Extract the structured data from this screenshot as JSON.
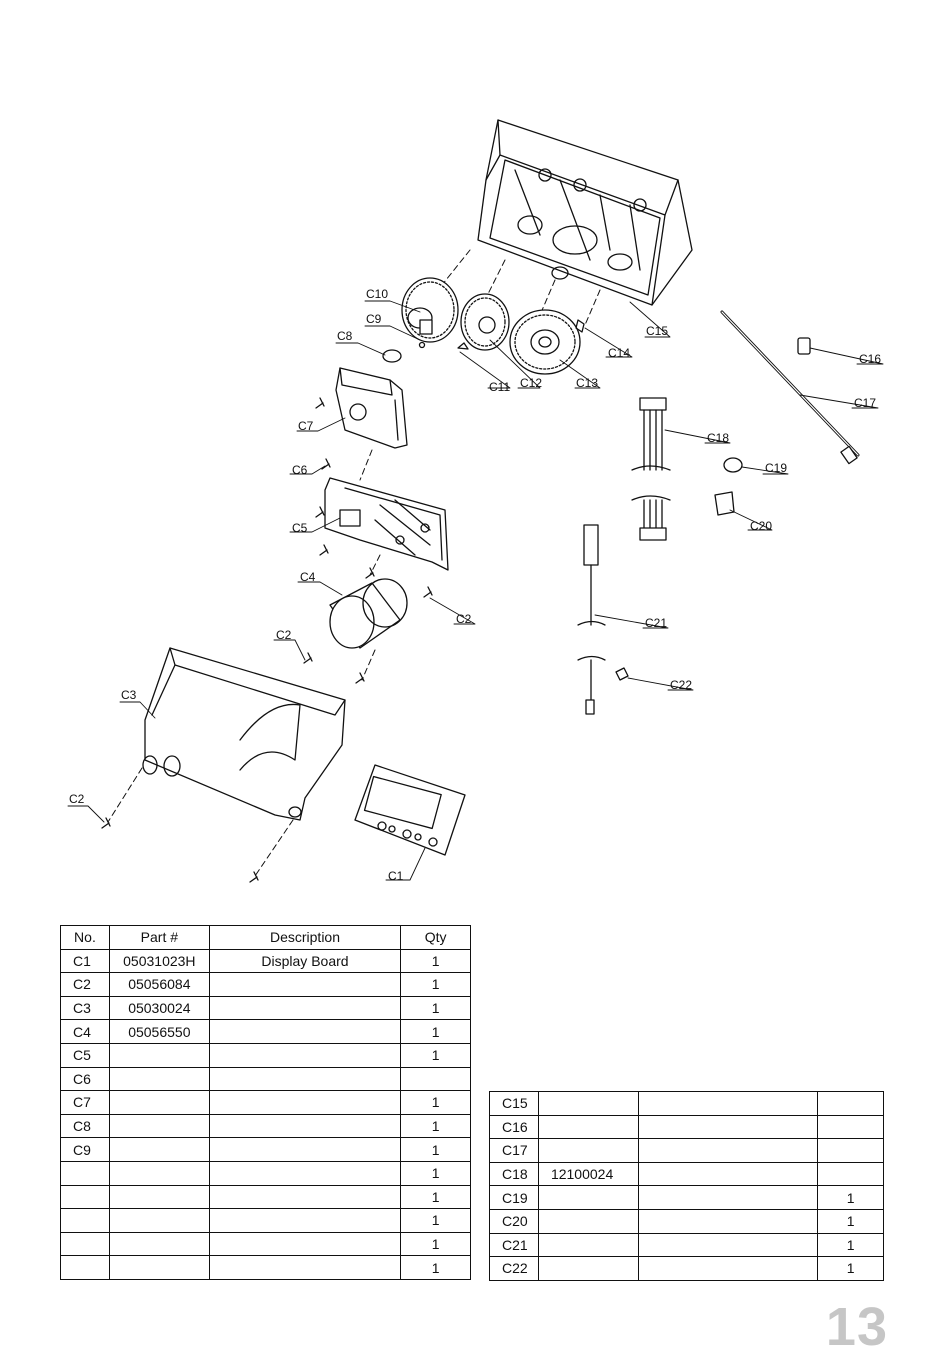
{
  "diagram": {
    "callouts": {
      "C1": "C1",
      "C2a": "C2",
      "C2b": "C2",
      "C2c": "C2",
      "C3": "C3",
      "C4": "C4",
      "C5": "C5",
      "C6": "C6",
      "C7": "C7",
      "C8": "C8",
      "C9": "C9",
      "C10": "C10",
      "C11": "C11",
      "C12": "C12",
      "C13": "C13",
      "C14": "C14",
      "C15": "C15",
      "C16": "C16",
      "C17": "C17",
      "C18": "C18",
      "C19": "C19",
      "C20": "C20",
      "C21": "C21",
      "C22": "C22"
    }
  },
  "table_left": {
    "headers": [
      "No.",
      "Part #",
      "Description",
      "Qty"
    ],
    "rows": [
      {
        "no": "C1",
        "part": "05031023H",
        "desc": "Display Board",
        "qty": "1"
      },
      {
        "no": "C2",
        "part": "05056084",
        "desc": "",
        "qty": "1"
      },
      {
        "no": "C3",
        "part": "05030024",
        "desc": "",
        "qty": "1"
      },
      {
        "no": "C4",
        "part": "05056550",
        "desc": "",
        "qty": "1"
      },
      {
        "no": "C5",
        "part": "",
        "desc": "",
        "qty": "1"
      },
      {
        "no": "C6",
        "part": "",
        "desc": "",
        "qty": ""
      },
      {
        "no": "C7",
        "part": "",
        "desc": "",
        "qty": "1"
      },
      {
        "no": "C8",
        "part": "",
        "desc": "",
        "qty": "1"
      },
      {
        "no": "C9",
        "part": "",
        "desc": "",
        "qty": "1"
      },
      {
        "no": "",
        "part": "",
        "desc": "",
        "qty": "1"
      },
      {
        "no": "",
        "part": "",
        "desc": "",
        "qty": "1"
      },
      {
        "no": "",
        "part": "",
        "desc": "",
        "qty": "1"
      },
      {
        "no": "",
        "part": "",
        "desc": "",
        "qty": "1"
      },
      {
        "no": "",
        "part": "",
        "desc": "",
        "qty": "1"
      }
    ]
  },
  "table_right": {
    "rows": [
      {
        "no": "C15",
        "part": "",
        "desc": "",
        "qty": ""
      },
      {
        "no": "C16",
        "part": "",
        "desc": "",
        "qty": ""
      },
      {
        "no": "C17",
        "part": "",
        "desc": "",
        "qty": ""
      },
      {
        "no": "C18",
        "part": "12100024",
        "desc": "",
        "qty": ""
      },
      {
        "no": "C19",
        "part": "",
        "desc": "",
        "qty": "1"
      },
      {
        "no": "C20",
        "part": "",
        "desc": "",
        "qty": "1"
      },
      {
        "no": "C21",
        "part": "",
        "desc": "",
        "qty": "1"
      },
      {
        "no": "C22",
        "part": "",
        "desc": "",
        "qty": "1"
      }
    ]
  },
  "page_number": "13"
}
